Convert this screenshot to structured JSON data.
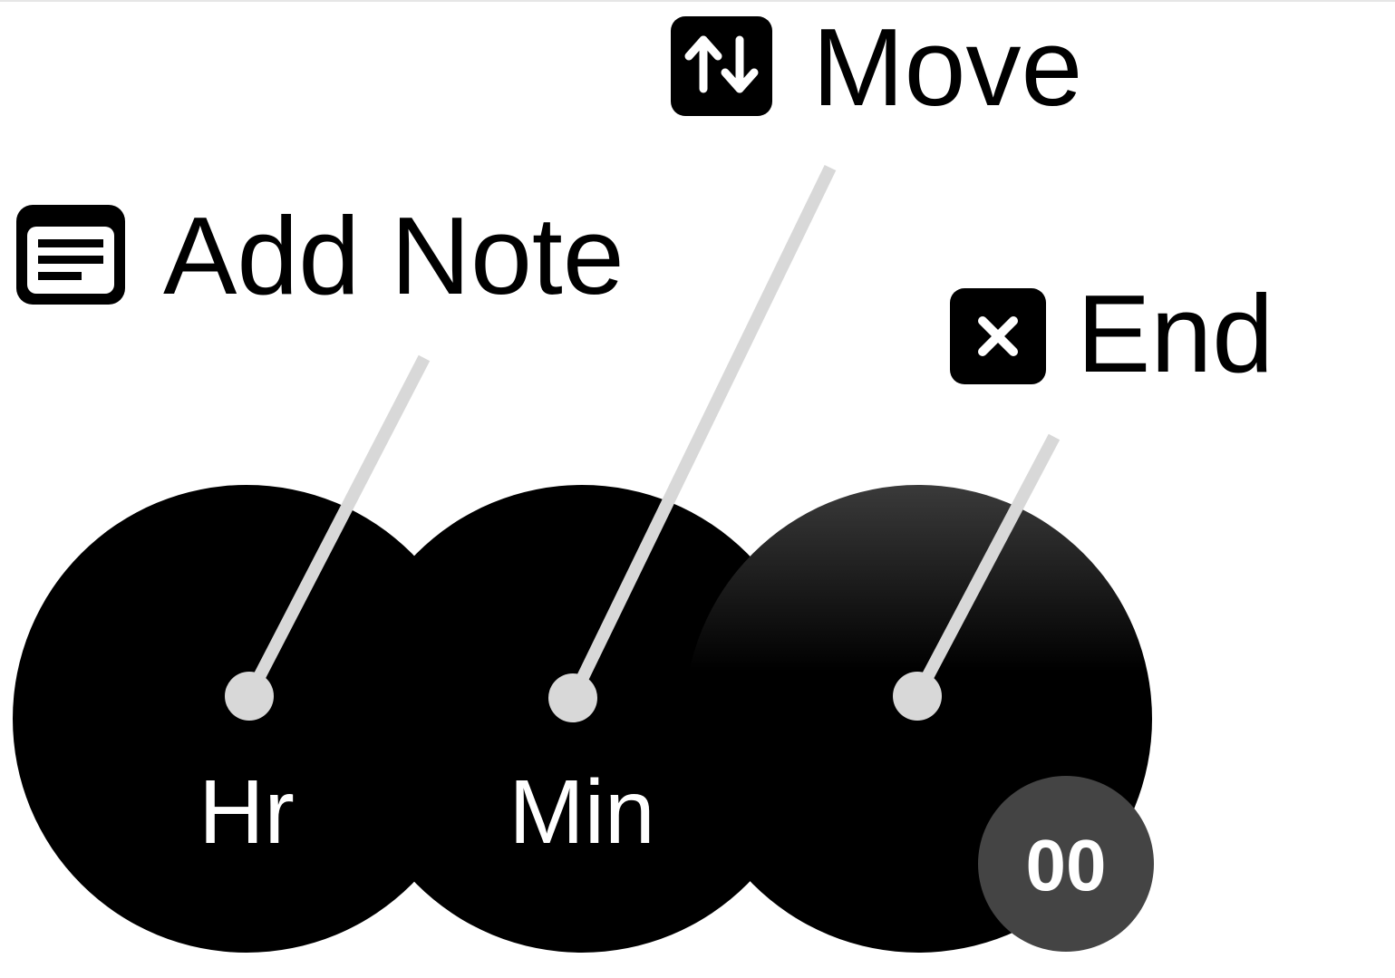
{
  "callouts": {
    "add_note": {
      "label": "Add Note",
      "icon": "note-icon"
    },
    "move": {
      "label": "Move",
      "icon": "move-arrows-icon"
    },
    "end": {
      "label": "End",
      "icon": "close-icon"
    }
  },
  "dials": {
    "hours": {
      "label": "Hr"
    },
    "minutes": {
      "label": "Min"
    },
    "seconds": {
      "label": ""
    }
  },
  "badge": {
    "value": "00"
  },
  "colors": {
    "dial": "#000000",
    "connector": "#d8d8d8",
    "badge": "#444444",
    "text_on_dark": "#ffffff",
    "label": "#000000"
  }
}
